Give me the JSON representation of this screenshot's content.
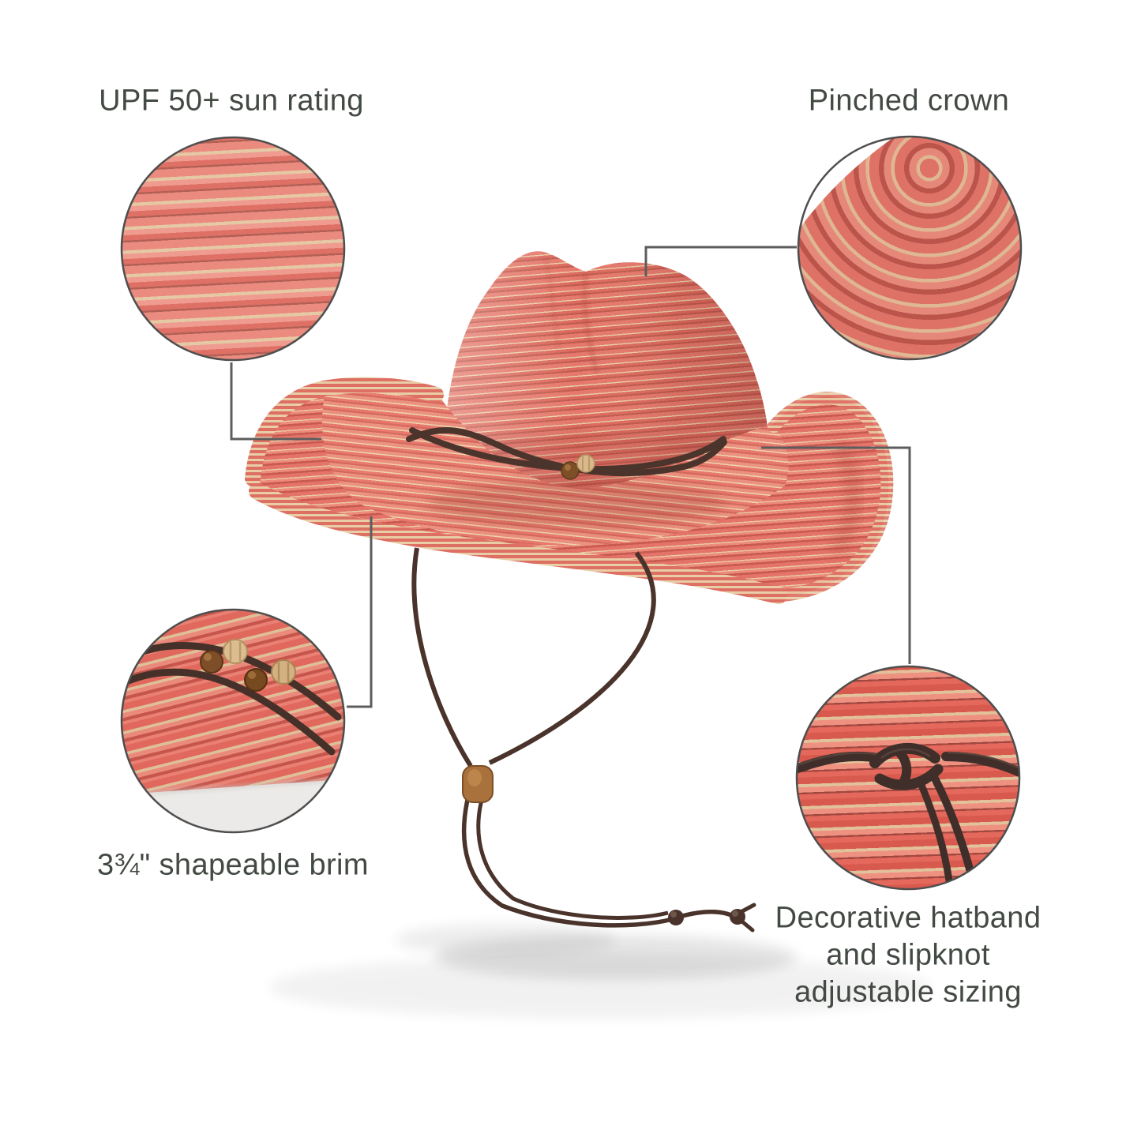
{
  "background_color": "#ffffff",
  "text_color": "#434943",
  "leader_line_color": "#5d5d5d",
  "circle_border_color": "#4e4e4e",
  "hat_colors": {
    "coral": "#e4756b",
    "salmon": "#ee9183",
    "cream_straw": "#e6c9a2",
    "dark_red": "#a8544a",
    "cord_brown": "#4a332b",
    "bead_tan": "#a9713c"
  },
  "callouts": [
    {
      "id": "sun-rating",
      "label": "UPF 50+ sun rating"
    },
    {
      "id": "pinched-crown",
      "label": "Pinched crown"
    },
    {
      "id": "shapeable-brim",
      "label": "3¾\" shapeable brim"
    },
    {
      "id": "hatband",
      "label": "Decorative hatband and slipknot adjustable sizing"
    }
  ]
}
